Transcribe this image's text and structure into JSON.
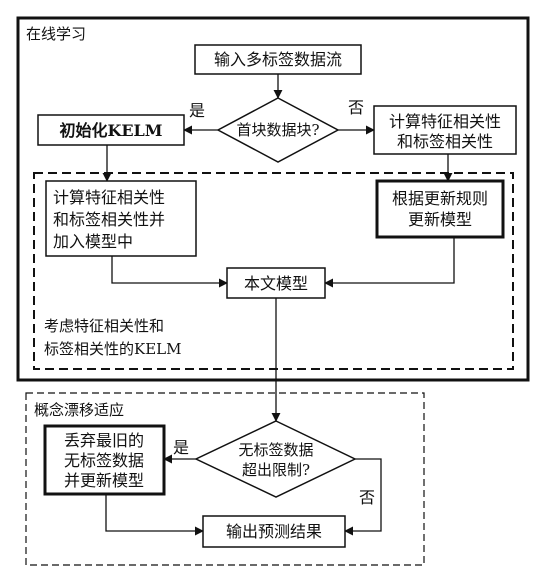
{
  "diagram": {
    "regions": {
      "online_learning": "在线学习",
      "correlation_kelm": [
        "考虑特征相关性和",
        "标签相关性的KELM"
      ],
      "concept_drift": "概念漂移适应"
    },
    "nodes": {
      "input_stream": [
        "输入多标签数据流"
      ],
      "first_block_decision": [
        "首块数据块?"
      ],
      "init_kelm": [
        "初始化KELM"
      ],
      "compute_corr_right": [
        "计算特征相关性",
        "和标签相关性"
      ],
      "compute_corr_add": [
        "计算特征相关性",
        "和标签相关性并",
        "加入模型中"
      ],
      "update_by_rules": [
        "根据更新规则",
        "更新模型"
      ],
      "this_model": [
        "本文模型"
      ],
      "unlabeled_limit_decision": [
        "无标签数据",
        "超出限制?"
      ],
      "discard_update": [
        "丢弃最旧的",
        "无标签数据",
        "并更新模型"
      ],
      "output_result": [
        "输出预测结果"
      ]
    },
    "edge_labels": {
      "yes_first": "是",
      "no_first": "否",
      "yes_limit": "是",
      "no_limit": "否"
    }
  },
  "colors": {
    "stroke": "#111111",
    "background": "#ffffff"
  }
}
